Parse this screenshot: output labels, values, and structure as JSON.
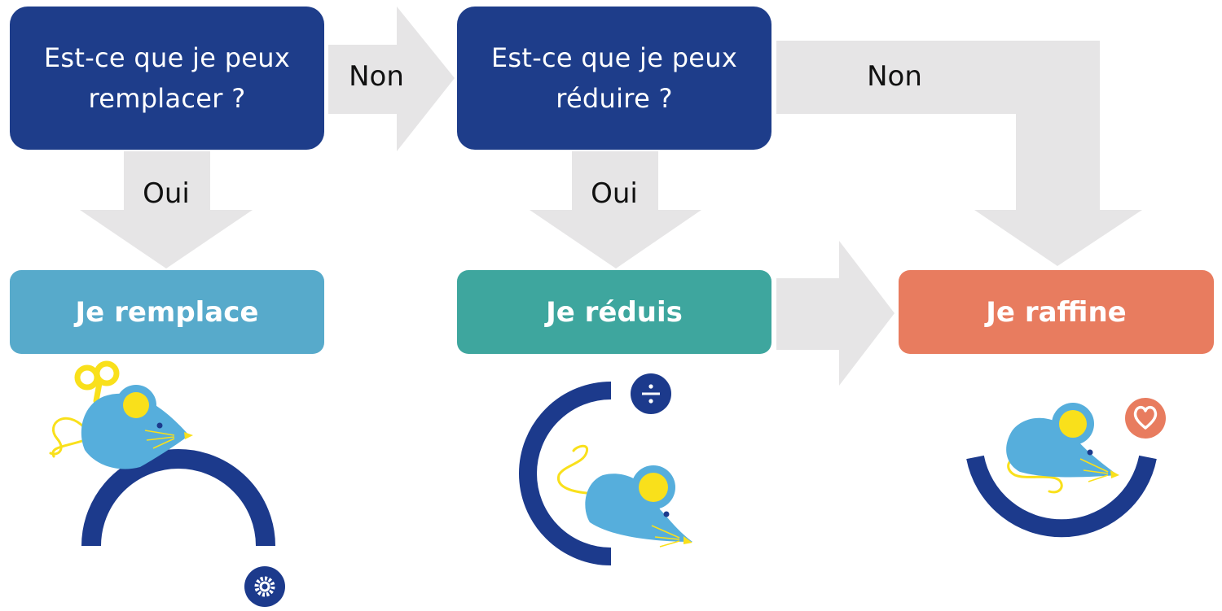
{
  "flow": {
    "q_replace": "Est-ce que je peux remplacer ?",
    "q_reduce": "Est-ce que je peux réduire ?",
    "a_replace": "Je remplace",
    "a_reduce": "Je réduis",
    "a_refine": "Je raffine",
    "no_1": "Non",
    "no_2": "Non",
    "yes_1": "Oui",
    "yes_2": "Oui"
  },
  "colors": {
    "question_bg": "#1E3D8A",
    "replace_bg": "#57AACB",
    "reduce_bg": "#3EA69E",
    "refine_bg": "#E87C5F",
    "arrow": "#E6E5E6",
    "navy": "#1C3A8C",
    "mouse_body": "#56AEDC",
    "mouse_ear": "#F9E01B",
    "accent": "#E87C5F"
  },
  "icons": [
    "gear-icon",
    "divide-icon",
    "heart-icon",
    "wind-up-key-icon"
  ]
}
